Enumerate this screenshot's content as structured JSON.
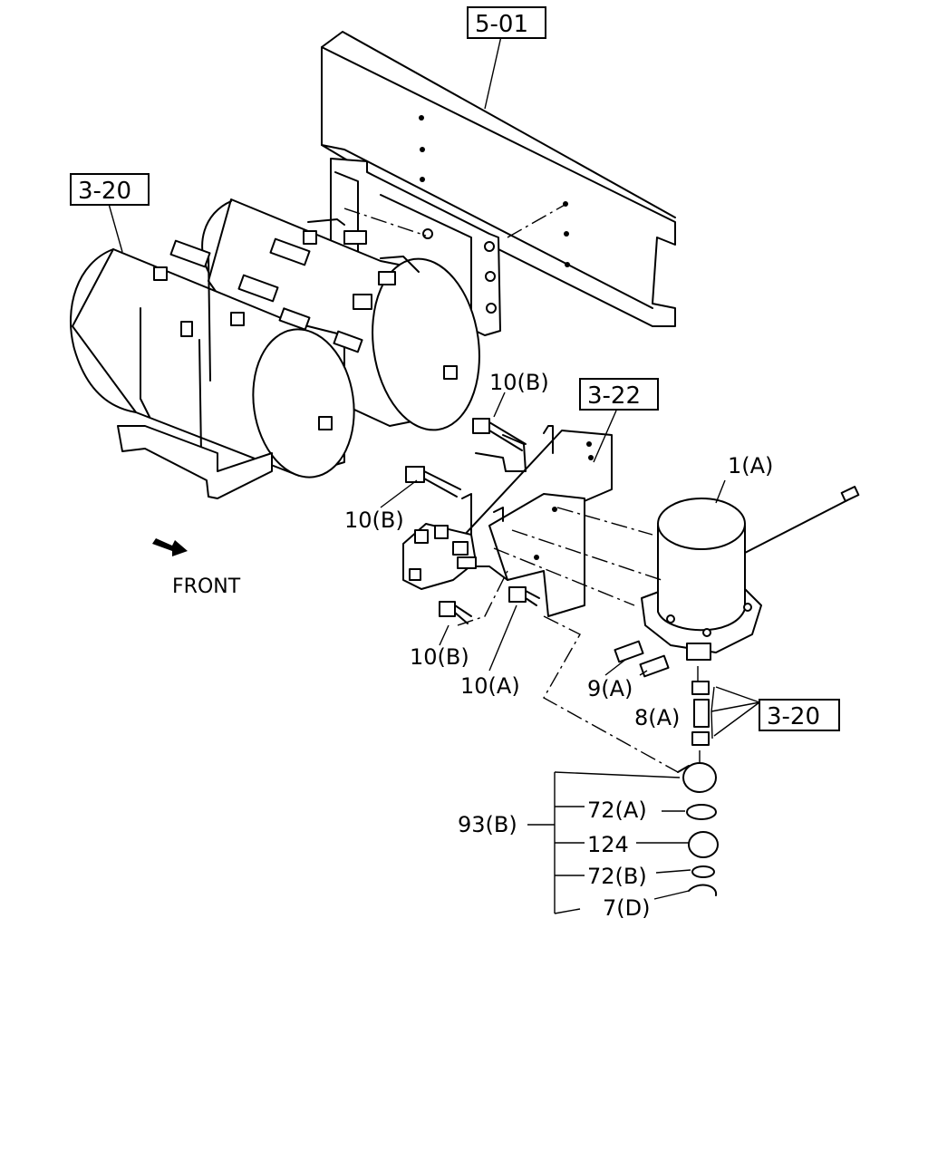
{
  "refs": {
    "r501": "5-01",
    "r320a": "3-20",
    "r322": "3-22",
    "r320b": "3-20"
  },
  "labels": {
    "l10b_top": "10(B)",
    "l10b_left": "10(B)",
    "l10b_bottom": "10(B)",
    "l10a": "10(A)",
    "l1a": "1(A)",
    "l9a": "9(A)",
    "l8a": "8(A)",
    "l93b": "93(B)",
    "l72a": "72(A)",
    "l124": "124",
    "l72b": "72(B)",
    "l7d": "7(D)"
  },
  "front": "FRONT"
}
